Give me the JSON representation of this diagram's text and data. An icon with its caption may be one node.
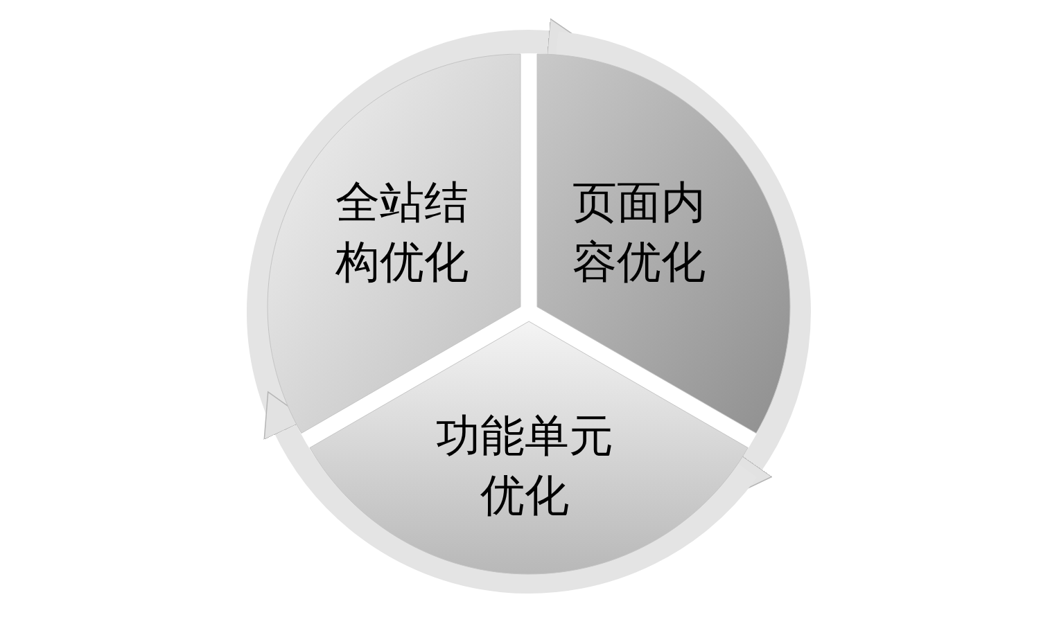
{
  "diagram": {
    "nodes": [
      {
        "text": [
          "全站结构优化"
        ]
      },
      {
        "text": [
          "页面内容优化"
        ]
      },
      {
        "text": [
          "功能单元优化"
        ]
      }
    ],
    "edges": [
      {
        "from": 0,
        "to": 1,
        "arrow": "to"
      },
      {
        "from": 1,
        "to": 2,
        "arrow": "to"
      },
      {
        "from": 2,
        "to": 0,
        "arrow": "to"
      }
    ]
  }
}
